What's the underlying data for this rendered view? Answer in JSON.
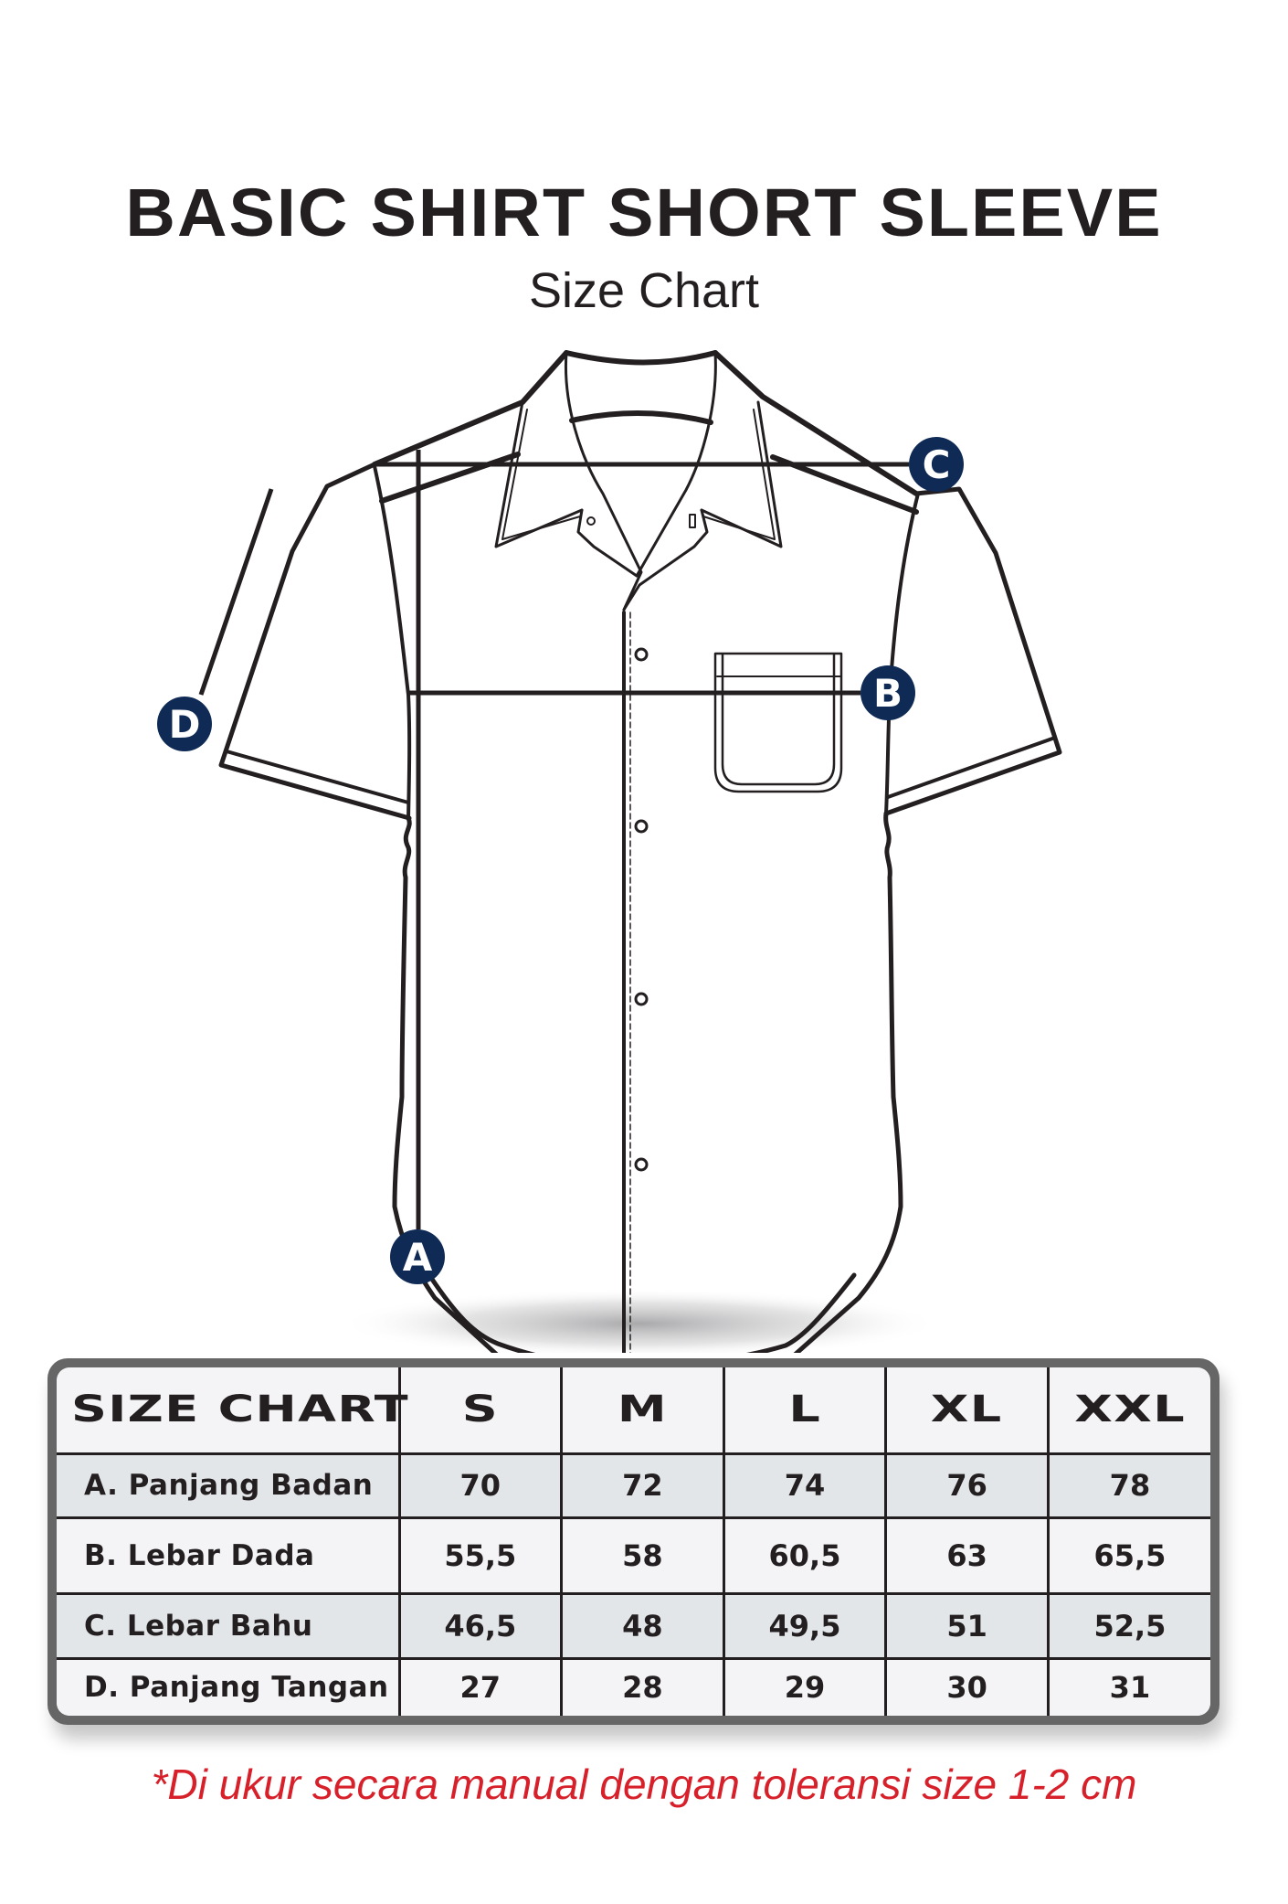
{
  "header": {
    "title": "BASIC SHIRT SHORT SLEEVE",
    "subtitle": "Size Chart"
  },
  "diagram": {
    "markers": [
      {
        "letter": "A",
        "meaning": "Panjang Badan"
      },
      {
        "letter": "B",
        "meaning": "Lebar Dada"
      },
      {
        "letter": "C",
        "meaning": "Lebar Bahu"
      },
      {
        "letter": "D",
        "meaning": "Panjang Tangan"
      }
    ],
    "marker_color": "#0f2a55",
    "line_color": "#231f20"
  },
  "size_table": {
    "header_label": "SIZE CHART",
    "sizes": [
      "S",
      "M",
      "L",
      "XL",
      "XXL"
    ],
    "rows": [
      {
        "label": "A. Panjang Badan",
        "values": [
          "70",
          "72",
          "74",
          "76",
          "78"
        ]
      },
      {
        "label": "B. Lebar Dada",
        "values": [
          "55,5",
          "58",
          "60,5",
          "63",
          "65,5"
        ]
      },
      {
        "label": "C. Lebar Bahu",
        "values": [
          "46,5",
          "48",
          "49,5",
          "51",
          "52,5"
        ]
      },
      {
        "label": "D. Panjang Tangan",
        "values": [
          "27",
          "28",
          "29",
          "30",
          "31"
        ]
      }
    ],
    "border_color": "#666666",
    "shaded_row_color": "#e3e6e9"
  },
  "footnote": {
    "text": "*Di ukur secara manual dengan toleransi size 1-2 cm",
    "color": "#d7202a"
  },
  "chart_data": {
    "type": "table",
    "title": "BASIC SHIRT SHORT SLEEVE - Size Chart",
    "categories": [
      "S",
      "M",
      "L",
      "XL",
      "XXL"
    ],
    "series": [
      {
        "name": "A. Panjang Badan",
        "values": [
          70,
          72,
          74,
          76,
          78
        ]
      },
      {
        "name": "B. Lebar Dada",
        "values": [
          55.5,
          58,
          60.5,
          63,
          65.5
        ]
      },
      {
        "name": "C. Lebar Bahu",
        "values": [
          46.5,
          48,
          49.5,
          51,
          52.5
        ]
      },
      {
        "name": "D. Panjang Tangan",
        "values": [
          27,
          28,
          29,
          30,
          31
        ]
      }
    ],
    "annotations": [
      "*Di ukur secara manual dengan toleransi size 1-2 cm"
    ],
    "unit": "cm"
  }
}
